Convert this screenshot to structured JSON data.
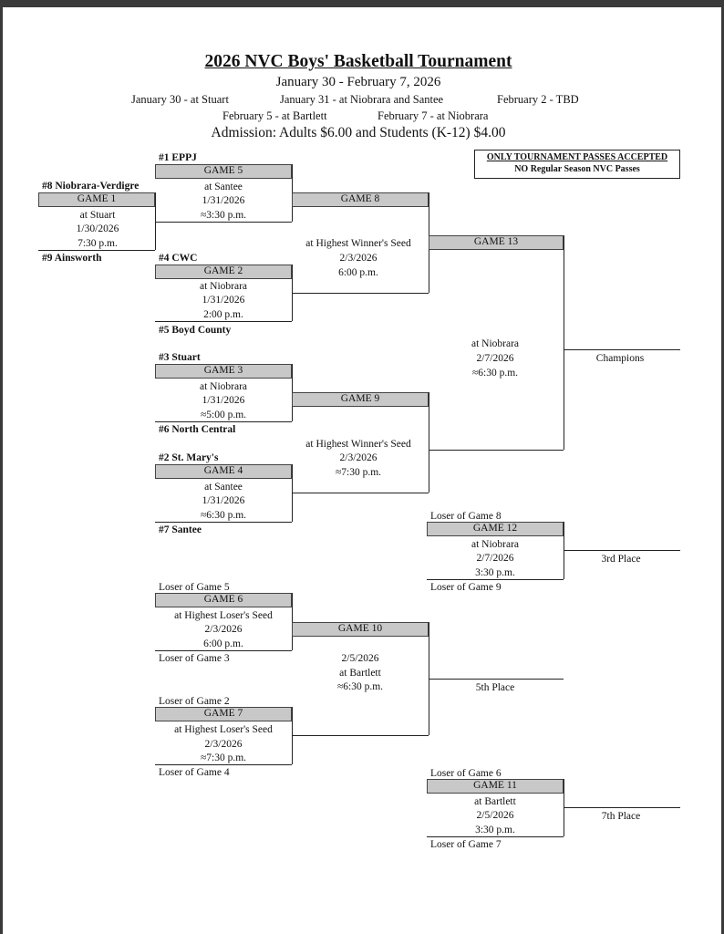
{
  "header": {
    "title": "2026 NVC Boys' Basketball Tournament",
    "dates": "January 30 - February 7, 2026",
    "schedule": [
      "January 30 - at Stuart",
      "January 31 - at Niobrara and Santee",
      "February 2 - TBD",
      "February 5 - at Bartlett",
      "February 7 - at Niobrara"
    ],
    "admission": "Admission:  Adults $6.00 and Students (K-12) $4.00"
  },
  "notice": {
    "line1": "ONLY TOURNAMENT PASSES ACCEPTED",
    "line2": "NO Regular Season NVC Passes"
  },
  "teams": {
    "eppj": "#1 EPPJ",
    "niobrara_verdigre": "#8 Niobrara-Verdigre",
    "ainsworth": "#9 Ainsworth",
    "cwc": "#4 CWC",
    "boyd": "#5 Boyd County",
    "stuart": "#3 Stuart",
    "north_central": "#6 North Central",
    "st_marys": "#2 St. Mary's",
    "santee": "#7 Santee"
  },
  "games": {
    "g1": {
      "label": "GAME 1",
      "site": "at Stuart",
      "date": "1/30/2026",
      "time": "7:30 p.m."
    },
    "g2": {
      "label": "GAME 2",
      "site": "at Niobrara",
      "date": "1/31/2026",
      "time": "2:00 p.m."
    },
    "g3": {
      "label": "GAME 3",
      "site": "at Niobrara",
      "date": "1/31/2026",
      "time": "≈5:00 p.m."
    },
    "g4": {
      "label": "GAME 4",
      "site": "at Santee",
      "date": "1/31/2026",
      "time": "≈6:30 p.m."
    },
    "g5": {
      "label": "GAME 5",
      "site": "at Santee",
      "date": "1/31/2026",
      "time": "≈3:30 p.m."
    },
    "g6": {
      "label": "GAME 6",
      "site": "at Highest Loser's Seed",
      "date": "2/3/2026",
      "time": "6:00 p.m."
    },
    "g7": {
      "label": "GAME 7",
      "site": "at Highest Loser's Seed",
      "date": "2/3/2026",
      "time": "≈7:30 p.m."
    },
    "g8": {
      "label": "GAME 8",
      "site": "at Highest Winner's Seed",
      "date": "2/3/2026",
      "time": "6:00 p.m."
    },
    "g9": {
      "label": "GAME 9",
      "site": "at Highest Winner's Seed",
      "date": "2/3/2026",
      "time": "≈7:30 p.m."
    },
    "g10": {
      "label": "GAME 10",
      "date": "2/5/2026",
      "site": "at Bartlett",
      "time": "≈6:30 p.m."
    },
    "g11": {
      "label": "GAME 11",
      "site": "at Bartlett",
      "date": "2/5/2026",
      "time": "3:30 p.m."
    },
    "g12": {
      "label": "GAME 12",
      "site": "at Niobrara",
      "date": "2/7/2026",
      "time": "3:30 p.m."
    },
    "g13": {
      "label": "GAME 13",
      "site": "at Niobrara",
      "date": "2/7/2026",
      "time": "≈6:30 p.m."
    }
  },
  "losers": {
    "g5": "Loser of Game 5",
    "g3": "Loser of Game 3",
    "g2": "Loser of Game 2",
    "g4": "Loser of Game 4",
    "g8": "Loser of Game 8",
    "g9": "Loser of Game 9",
    "g6": "Loser of Game 6",
    "g7": "Loser of Game 7"
  },
  "results": {
    "champions": "Champions",
    "third": "3rd Place",
    "fifth": "5th Place",
    "seventh": "7th Place"
  }
}
